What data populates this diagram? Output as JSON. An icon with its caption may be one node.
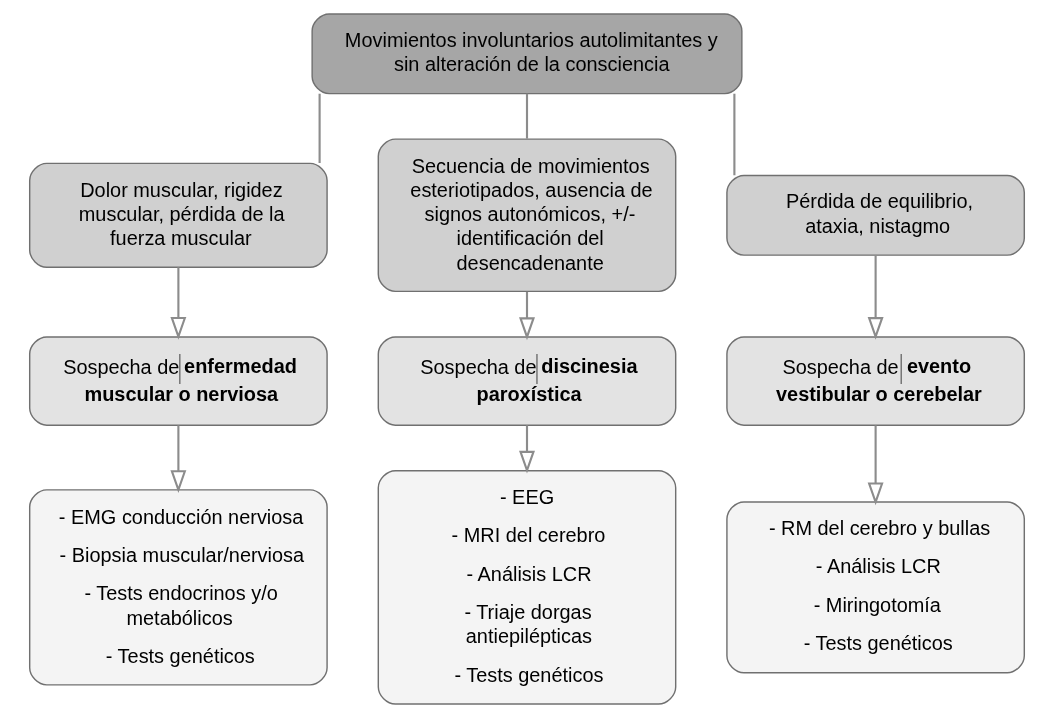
{
  "diagram": {
    "nodes": [
      {
        "text": [
          "Movimientos involuntarios  autolimitantes y sin alteración de la consciencia"
        ]
      },
      {
        "text": [
          "Dolor muscular, rigidez muscular, pérdida de la fuerza muscular"
        ]
      },
      {
        "text": [
          "Secuencia de movimientos esteriotipados, ausencia de signos autonómicos, +/- identificación del desencadenante"
        ]
      },
      {
        "text": [
          "Pérdida de equilibrio, ataxia, nistagmo"
        ]
      },
      {
        "text": [
          "Sospecha de **enfermedad muscular o nerviosa**"
        ]
      },
      {
        "text": [
          "Sospecha de **discinesia paroxística**"
        ]
      },
      {
        "text": [
          "Sospecha de **evento vestibular o cerebelar**"
        ]
      },
      {
        "text": [
          "- EMG conducción nerviosa",
          "- Biopsia muscular/nerviosa",
          "- Tests endocrinos y/o metabólicos",
          "- Tests genéticos"
        ]
      },
      {
        "text": [
          "- EEG",
          "- MRI del cerebro",
          "- Análisis LCR",
          "- Triaje dorgas antiepilépticas",
          "- Tests genéticos"
        ]
      },
      {
        "text": [
          "- RM del cerebro y bullas",
          "- Análisis LCR",
          "- Miringotomía",
          "- Tests genéticos"
        ]
      }
    ],
    "edges": [
      {
        "from": 0,
        "to": 1,
        "arrow": "none"
      },
      {
        "from": 0,
        "to": 2,
        "arrow": "none"
      },
      {
        "from": 0,
        "to": 3,
        "arrow": "none"
      },
      {
        "from": 1,
        "to": 4,
        "arrow": "to"
      },
      {
        "from": 2,
        "to": 5,
        "arrow": "to"
      },
      {
        "from": 3,
        "to": 6,
        "arrow": "to"
      },
      {
        "from": 4,
        "to": 7,
        "arrow": "to"
      },
      {
        "from": 5,
        "to": 8,
        "arrow": "to"
      },
      {
        "from": 6,
        "to": 9,
        "arrow": "to"
      }
    ]
  }
}
